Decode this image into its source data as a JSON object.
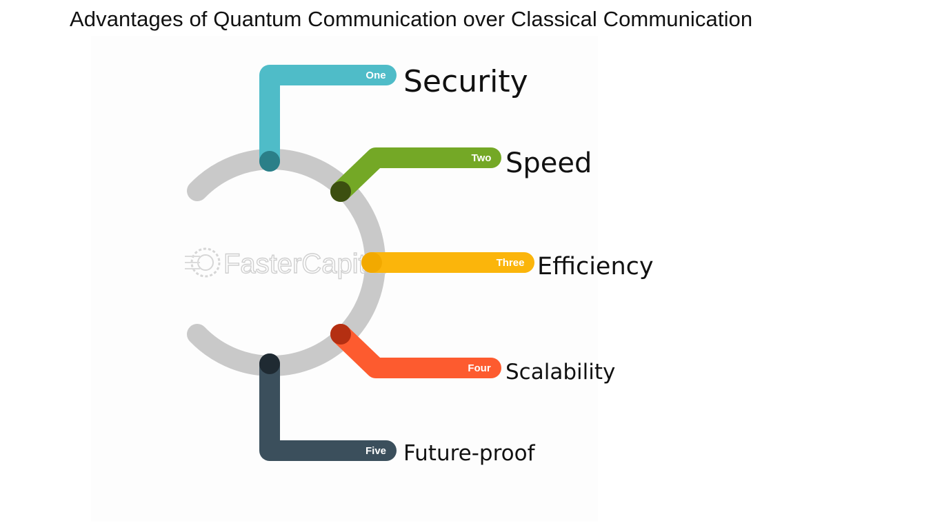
{
  "title": "Advantages of Quantum Communication over Classical Communication",
  "watermark": "FasterCapital",
  "items": [
    {
      "tag": "One",
      "label": "Security",
      "color": "#4fbcc8",
      "node_color": "#2b7f88"
    },
    {
      "tag": "Two",
      "label": "Speed",
      "color": "#74a826",
      "node_color": "#3c4f10"
    },
    {
      "tag": "Three",
      "label": "Efficiency",
      "color": "#fbb50b",
      "node_color": "#f2a900"
    },
    {
      "tag": "Four",
      "label": "Scalability",
      "color": "#fd5b2f",
      "node_color": "#b42f12"
    },
    {
      "tag": "Five",
      "label": "Future-proof",
      "color": "#3b4f5c",
      "node_color": "#1f2a32"
    }
  ],
  "ring_color": "#c9c9c9"
}
